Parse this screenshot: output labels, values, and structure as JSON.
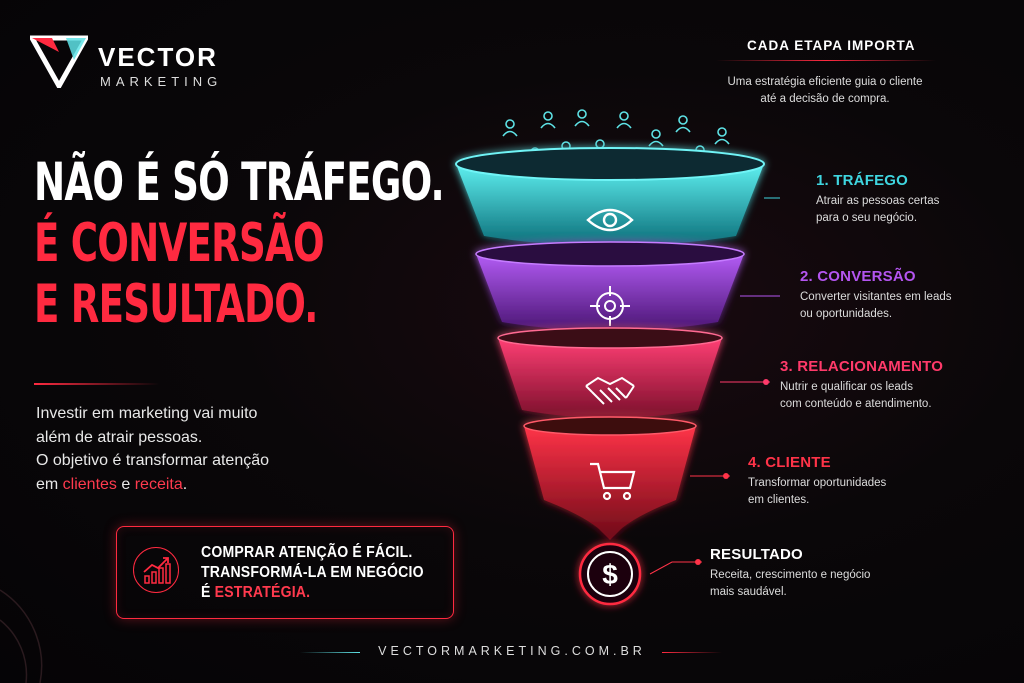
{
  "brand": {
    "name_top": "VECTOR",
    "name_bottom": "MARKETING",
    "site": "VECTORMARKETING.COM.BR"
  },
  "headline": {
    "line1": "NÃO É SÓ TRÁFEGO.",
    "line2": "É CONVERSÃO",
    "line3": "E RESULTADO."
  },
  "intro": {
    "line1": "Investir em marketing vai muito",
    "line2": "além de atrair pessoas.",
    "line3": "O objetivo é transformar atenção",
    "line4_pre": "em ",
    "line4_red1": "clientes",
    "line4_mid": " e ",
    "line4_red2": "receita",
    "line4_post": "."
  },
  "callout": {
    "line1": "COMPRAR ATENÇÃO É FÁCIL.",
    "line2": "TRANSFORMÁ-LA EM NEGÓCIO",
    "line3_pre": "É ",
    "line3_red": "ESTRATÉGIA."
  },
  "header": {
    "title": "CADA ETAPA IMPORTA",
    "sub_line1": "Uma estratégia eficiente guia o cliente",
    "sub_line2": "até a decisão de compra."
  },
  "stages": [
    {
      "title": "1. TRÁFEGO",
      "desc1": "Atrair as pessoas certas",
      "desc2": "para o seu negócio.",
      "color": "#3fd6e0",
      "icon": "eye-icon"
    },
    {
      "title": "2. CONVERSÃO",
      "desc1": "Converter visitantes em leads",
      "desc2": "ou oportunidades.",
      "color": "#b455f0",
      "icon": "target-icon"
    },
    {
      "title": "3. RELACIONAMENTO",
      "desc1": "Nutrir e qualificar os leads",
      "desc2": "com conteúdo e atendimento.",
      "color": "#ff3a6a",
      "icon": "handshake-icon"
    },
    {
      "title": "4. CLIENTE",
      "desc1": "Transformar oportunidades",
      "desc2": "em clientes.",
      "color": "#ff3348",
      "icon": "cart-icon"
    }
  ],
  "result": {
    "title": "RESULTADO",
    "desc1": "Receita, crescimento e negócio",
    "desc2": "mais saudável.",
    "icon": "dollar-icon"
  },
  "colors": {
    "accent_red": "#ff2a40",
    "cyan": "#3fd6e0",
    "purple": "#b455f0",
    "pink": "#ff3a6a"
  }
}
